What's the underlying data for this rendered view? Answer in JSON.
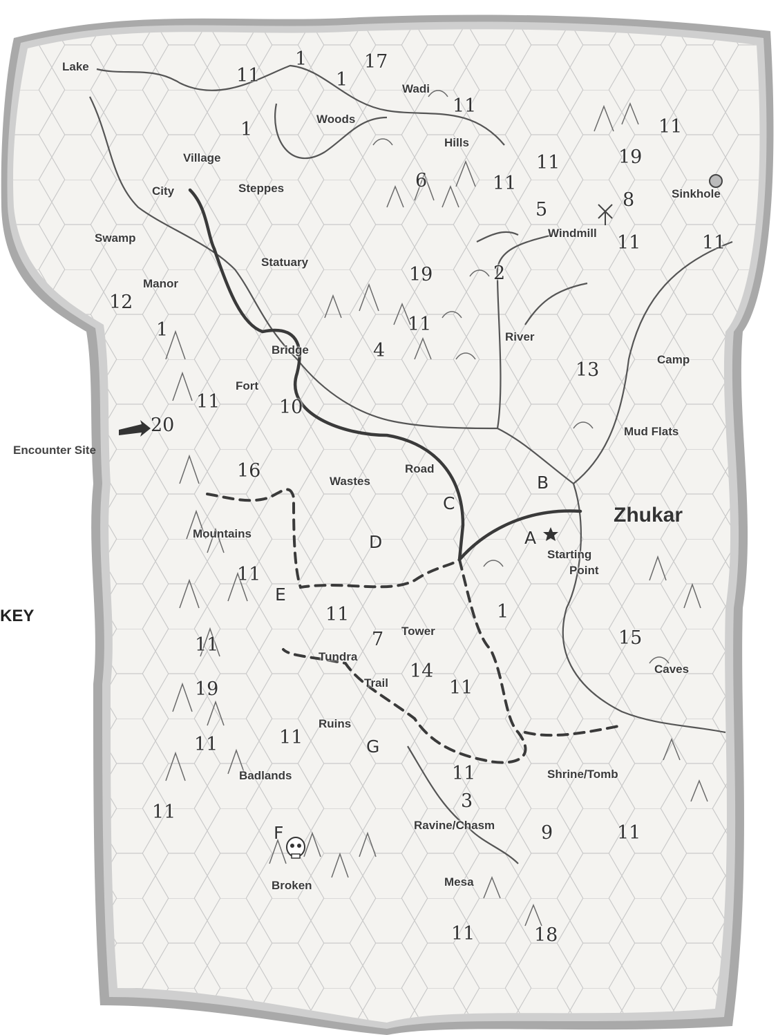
{
  "map": {
    "title": "Zhukar",
    "key_label": "KEY",
    "encounter_site_label": "Encounter Site",
    "encounter_site_number": "20",
    "start_label_1": "Starting",
    "start_label_2": "Point",
    "colors": {
      "paper": "#f4f3f0",
      "border": "#9a9a9a",
      "ink": "#333333",
      "grid": "#c9c9c9"
    },
    "icons": {
      "start": "star-icon",
      "encounter": "arrow-icon",
      "skull": "skull-icon"
    },
    "terrain_labels": [
      "Lake",
      "Wadi",
      "Woods",
      "Hills",
      "Village",
      "City",
      "Steppes",
      "Sinkhole",
      "Windmill",
      "Swamp",
      "Statuary",
      "Manor",
      "River",
      "Bridge",
      "Camp",
      "Fort",
      "Mud Flats",
      "Road",
      "Wastes",
      "Mountains",
      "Tower",
      "Tundra",
      "Trail",
      "Caves",
      "Ruins",
      "Shrine/Tomb",
      "Badlands",
      "Ravine/Chasm",
      "Broken",
      "Mesa"
    ],
    "hex_numbers": [
      "11",
      "1",
      "17",
      "1",
      "11",
      "1",
      "11",
      "11",
      "19",
      "6",
      "11",
      "8",
      "5",
      "11",
      "11",
      "19",
      "2",
      "12",
      "1",
      "11",
      "4",
      "13",
      "11",
      "10",
      "16",
      "11",
      "11",
      "1",
      "7",
      "14",
      "15",
      "11",
      "19",
      "11",
      "11",
      "11",
      "11",
      "9",
      "11",
      "11",
      "3",
      "11",
      "18"
    ],
    "route_letters": [
      "B",
      "C",
      "A",
      "D",
      "E",
      "G",
      "F"
    ]
  }
}
